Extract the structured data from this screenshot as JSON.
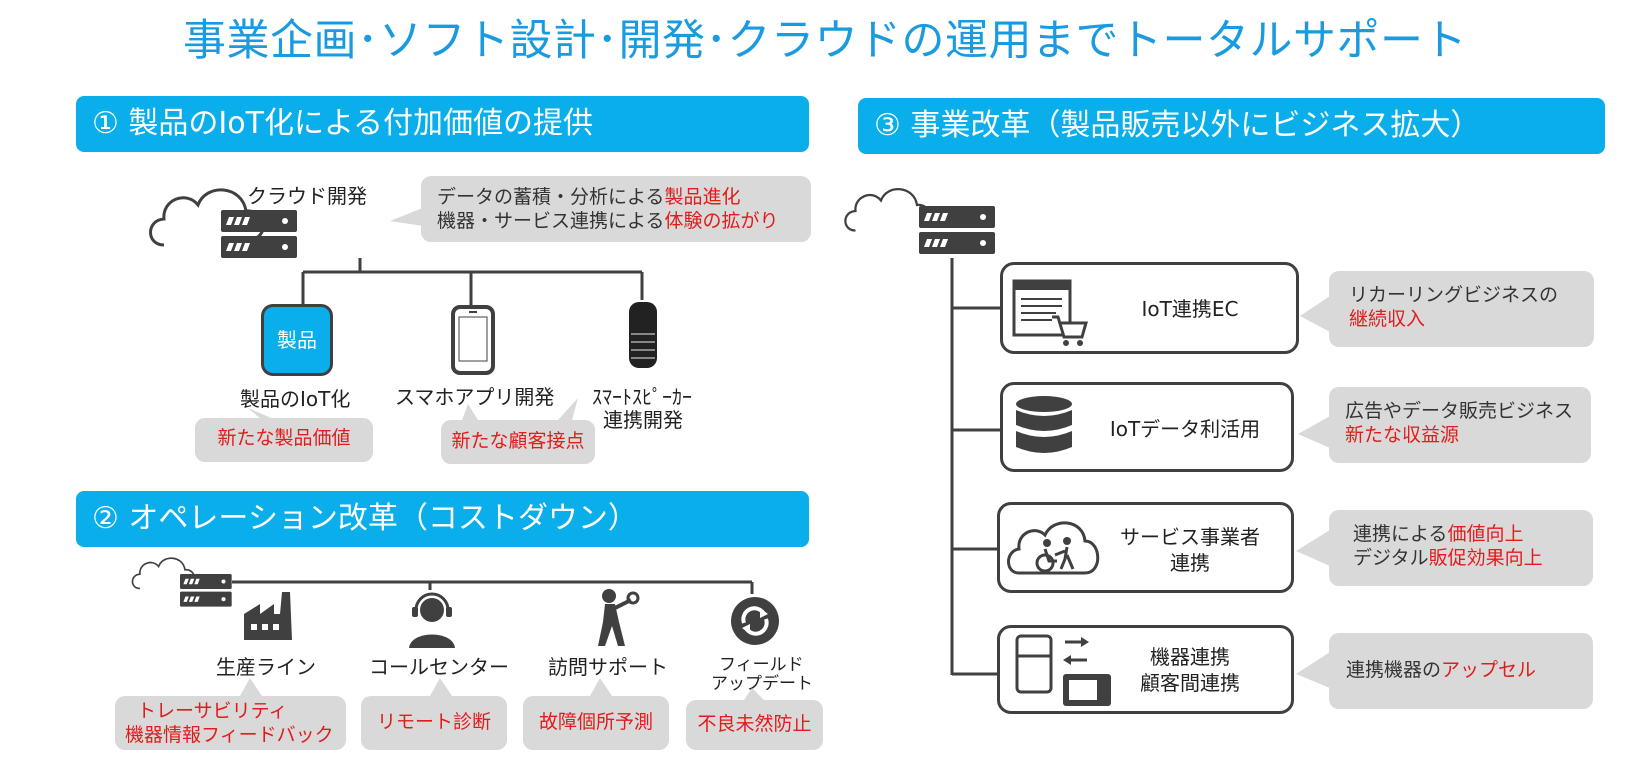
{
  "title": "事業企画･ソフト設計･開発･クラウドの運用までトータルサポート",
  "section1": {
    "banner": "① 製品のIoT化による付加価値の提供",
    "cloud_label": "クラウド開発",
    "callout_prefix1": "データの蓄積・分析による",
    "callout_red1": "製品進化",
    "callout_prefix2": "機器・サービス連携による",
    "callout_red2": "体験の拡がり",
    "product_icon_text": "製品",
    "items": [
      {
        "label": "製品のIoT化",
        "value": "新たな製品価値"
      },
      {
        "label": "スマホアプリ開発",
        "value": "新たな顧客接点"
      },
      {
        "label_line1": "ｽﾏｰﾄｽﾋﾟｰｶｰ",
        "label_line2": "連携開発"
      }
    ]
  },
  "section2": {
    "banner": "② オペレーション改革（コストダウン）",
    "items": [
      {
        "label": "生産ライン",
        "value_line1": "トレーサビリティ",
        "value_line2": "機器情報フィードバック"
      },
      {
        "label": "コールセンター",
        "value": "リモート診断"
      },
      {
        "label": "訪問サポート",
        "value": "故障個所予測"
      },
      {
        "label_line1": "フィールド",
        "label_line2": "アップデート",
        "value": "不良未然防止"
      }
    ]
  },
  "section3": {
    "banner": "③ 事業改革（製品販売以外にビジネス拡大）",
    "rows": [
      {
        "label": "IoT連携EC",
        "note_black": "リカーリングビジネスの",
        "note_red": "継続収入"
      },
      {
        "label": "IoTデータ利活用",
        "note_black": "広告やデータ販売ビジネス",
        "note_red": "新たな収益源"
      },
      {
        "label_line1": "サービス事業者",
        "label_line2": "連携",
        "note1_black": "連携による",
        "note1_red": "価値向上",
        "note2_black": "デジタル",
        "note2_red": "販促効果向上"
      },
      {
        "label_line1": "機器連携",
        "label_line2": "顧客間連携",
        "note_black": "連携機器の",
        "note_red": "アップセル"
      }
    ]
  },
  "colors": {
    "accent": "#0aaeea",
    "title": "#1a9be0",
    "highlight": "#e21b1b",
    "icon": "#404040",
    "callout": "#d9d9d9"
  },
  "icons": [
    "cloud-icon",
    "server-icon",
    "product-icon",
    "smartphone-icon",
    "smart-speaker-icon",
    "factory-icon",
    "headset-operator-icon",
    "worker-wrench-icon",
    "sync-icon",
    "ecommerce-cart-icon",
    "database-icon",
    "cloud-care-icon",
    "appliance-icon"
  ]
}
